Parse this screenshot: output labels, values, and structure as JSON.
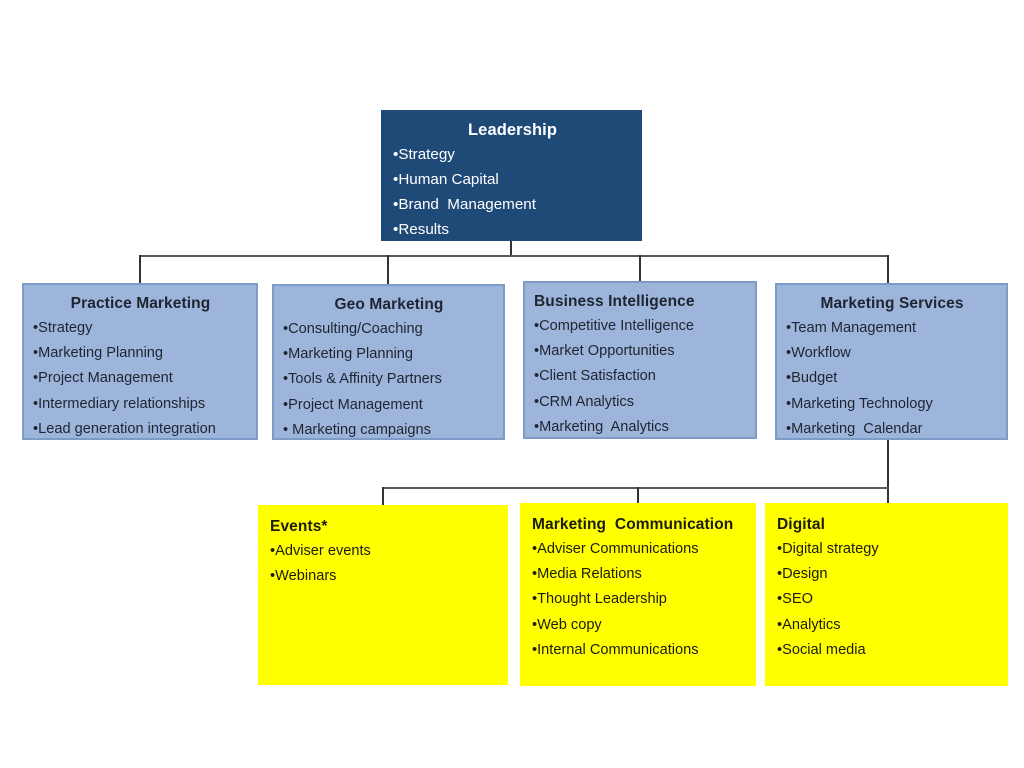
{
  "colors": {
    "leadership_fill": "#1F4A78",
    "level2_fill": "#9DB5DB",
    "level2_border": "#7E9BC8",
    "level3_fill": "#FFFF00",
    "connector_line": "#4A4A4A",
    "leadership_text": "#FFFFFF",
    "body_text": "#1E2531"
  },
  "boxes": {
    "leadership": {
      "title": "Leadership",
      "items": [
        "•Strategy",
        "•Human Capital",
        "•Brand  Management",
        "•Results"
      ]
    },
    "practice_marketing": {
      "title": "Practice Marketing",
      "items": [
        "•Strategy",
        "•Marketing Planning",
        "•Project Management",
        "•Intermediary relationships",
        "•Lead generation integration"
      ]
    },
    "geo_marketing": {
      "title": "Geo Marketing",
      "items": [
        "•Consulting/Coaching",
        "•Marketing Planning",
        "•Tools & Affinity Partners",
        "•Project Management",
        "• Marketing campaigns"
      ]
    },
    "business_intelligence": {
      "title": "Business Intelligence",
      "items": [
        "•Competitive Intelligence",
        "•Market Opportunities",
        "•Client Satisfaction",
        "•CRM Analytics",
        "•Marketing  Analytics"
      ]
    },
    "marketing_services": {
      "title": "Marketing Services",
      "items": [
        "•Team Management",
        "•Workflow",
        "•Budget",
        "•Marketing Technology",
        "•Marketing  Calendar"
      ]
    },
    "events": {
      "title": "Events*",
      "items": [
        "•Adviser events",
        "•Webinars"
      ]
    },
    "marketing_communication": {
      "title": "Marketing  Communication",
      "items": [
        "•Adviser Communications",
        "•Media Relations",
        "•Thought Leadership",
        "•Web copy",
        "•Internal Communications"
      ]
    },
    "digital": {
      "title": "Digital",
      "items": [
        "•Digital strategy",
        "•Design",
        "•SEO",
        "•Analytics",
        "•Social media"
      ]
    }
  }
}
